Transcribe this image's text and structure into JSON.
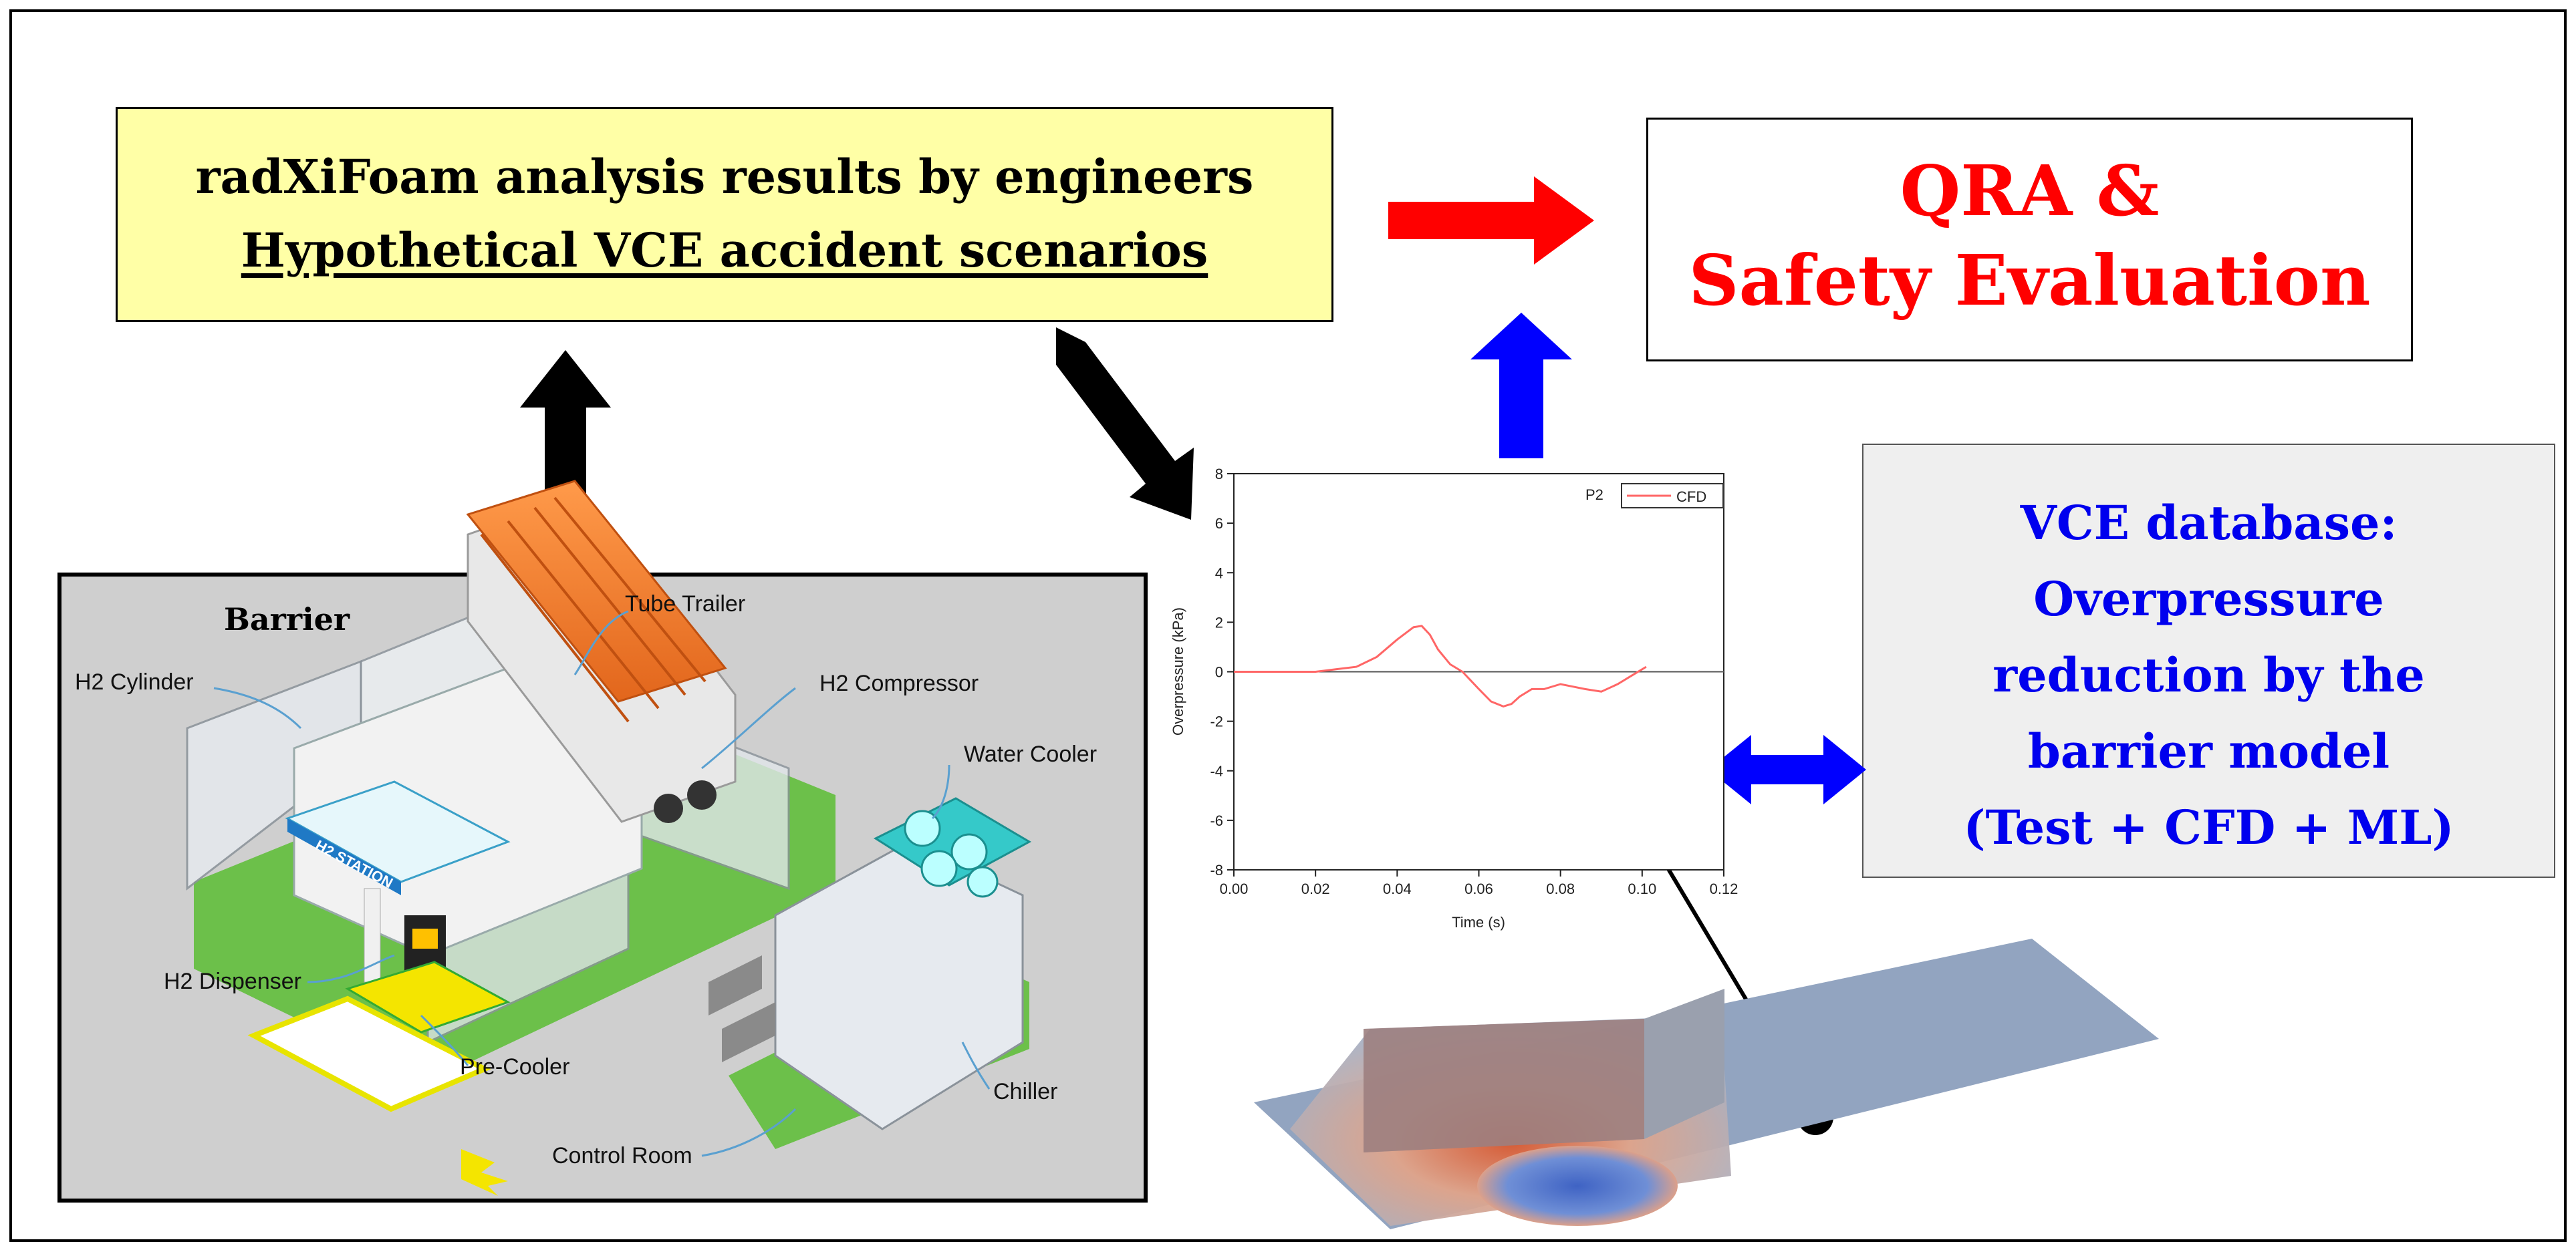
{
  "yellow_box": {
    "line1": "radXiFoam analysis results by engineers",
    "line2": "Hypothetical VCE accident scenarios"
  },
  "qra_box": {
    "line1": "QRA &",
    "line2": "Safety Evaluation"
  },
  "database_box": {
    "lines": [
      "VCE database:",
      "Overpressure",
      "reduction by the",
      "barrier model",
      "(Test + CFD + ML)"
    ]
  },
  "station_labels": {
    "barrier": "Barrier",
    "tube_trailer": "Tube Trailer",
    "h2_cylinder": "H2 Cylinder",
    "h2_compressor": "H2 Compressor",
    "water_cooler": "Water Cooler",
    "h2_dispenser": "H2 Dispenser",
    "pre_cooler": "Pre-Cooler",
    "chiller": "Chiller",
    "control_room": "Control Room",
    "station_sign": "H2 STATION"
  },
  "colors": {
    "red_arrow": "#ff0000",
    "blue_arrow": "#0000ff",
    "black_arrow": "#000000",
    "yellow_fill": "#ffffa6"
  },
  "chart_data": {
    "type": "line",
    "xlabel": "Time (s)",
    "ylabel": "Overpressure (kPa)",
    "xlim": [
      0.0,
      0.12
    ],
    "ylim": [
      -8,
      8
    ],
    "x_ticks": [
      "0.00",
      "0.02",
      "0.04",
      "0.06",
      "0.08",
      "0.10",
      "0.12"
    ],
    "y_ticks": [
      "8",
      "6",
      "4",
      "2",
      "0",
      "-2",
      "-4",
      "-6",
      "-8"
    ],
    "legend_title": "P2",
    "legend_position": "top-right",
    "series": [
      {
        "name": "CFD",
        "color": "#ff6666",
        "x": [
          0.0,
          0.01,
          0.02,
          0.025,
          0.03,
          0.035,
          0.04,
          0.044,
          0.046,
          0.048,
          0.05,
          0.053,
          0.056,
          0.06,
          0.063,
          0.066,
          0.068,
          0.07,
          0.073,
          0.076,
          0.08,
          0.083,
          0.086,
          0.09,
          0.094,
          0.098,
          0.101
        ],
        "y": [
          0.0,
          0.0,
          0.0,
          0.1,
          0.2,
          0.6,
          1.3,
          1.8,
          1.85,
          1.5,
          0.9,
          0.3,
          0.0,
          -0.7,
          -1.2,
          -1.4,
          -1.3,
          -1.0,
          -0.7,
          -0.7,
          -0.5,
          -0.6,
          -0.7,
          -0.8,
          -0.5,
          -0.1,
          0.2
        ]
      }
    ]
  }
}
